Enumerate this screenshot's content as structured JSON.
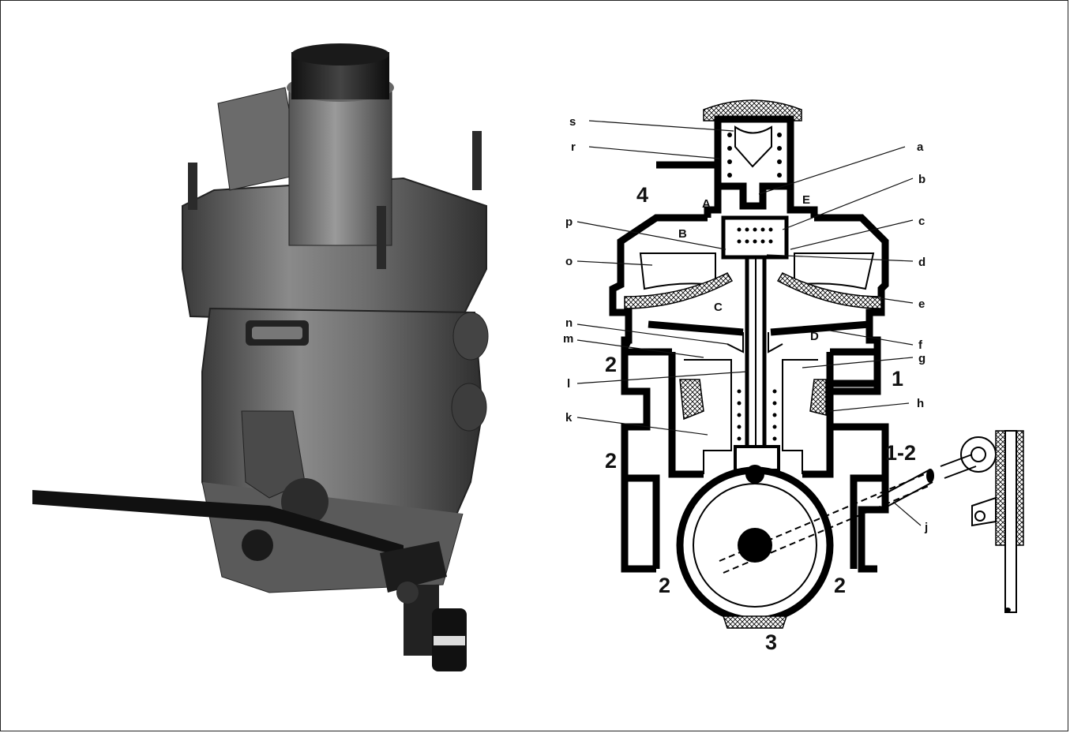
{
  "figure": {
    "photo": {
      "icon": "brake-valve-photo"
    },
    "diagram": {
      "part_labels": [
        "s",
        "r",
        "a",
        "b",
        "c",
        "d",
        "e",
        "f",
        "g",
        "h",
        "j",
        "k",
        "l",
        "m",
        "n",
        "o",
        "p"
      ],
      "chamber_labels": [
        "A",
        "B",
        "C",
        "D",
        "E"
      ],
      "port_labels": [
        "1",
        "1-2",
        "2",
        "2",
        "2",
        "2",
        "3",
        "4"
      ]
    }
  }
}
